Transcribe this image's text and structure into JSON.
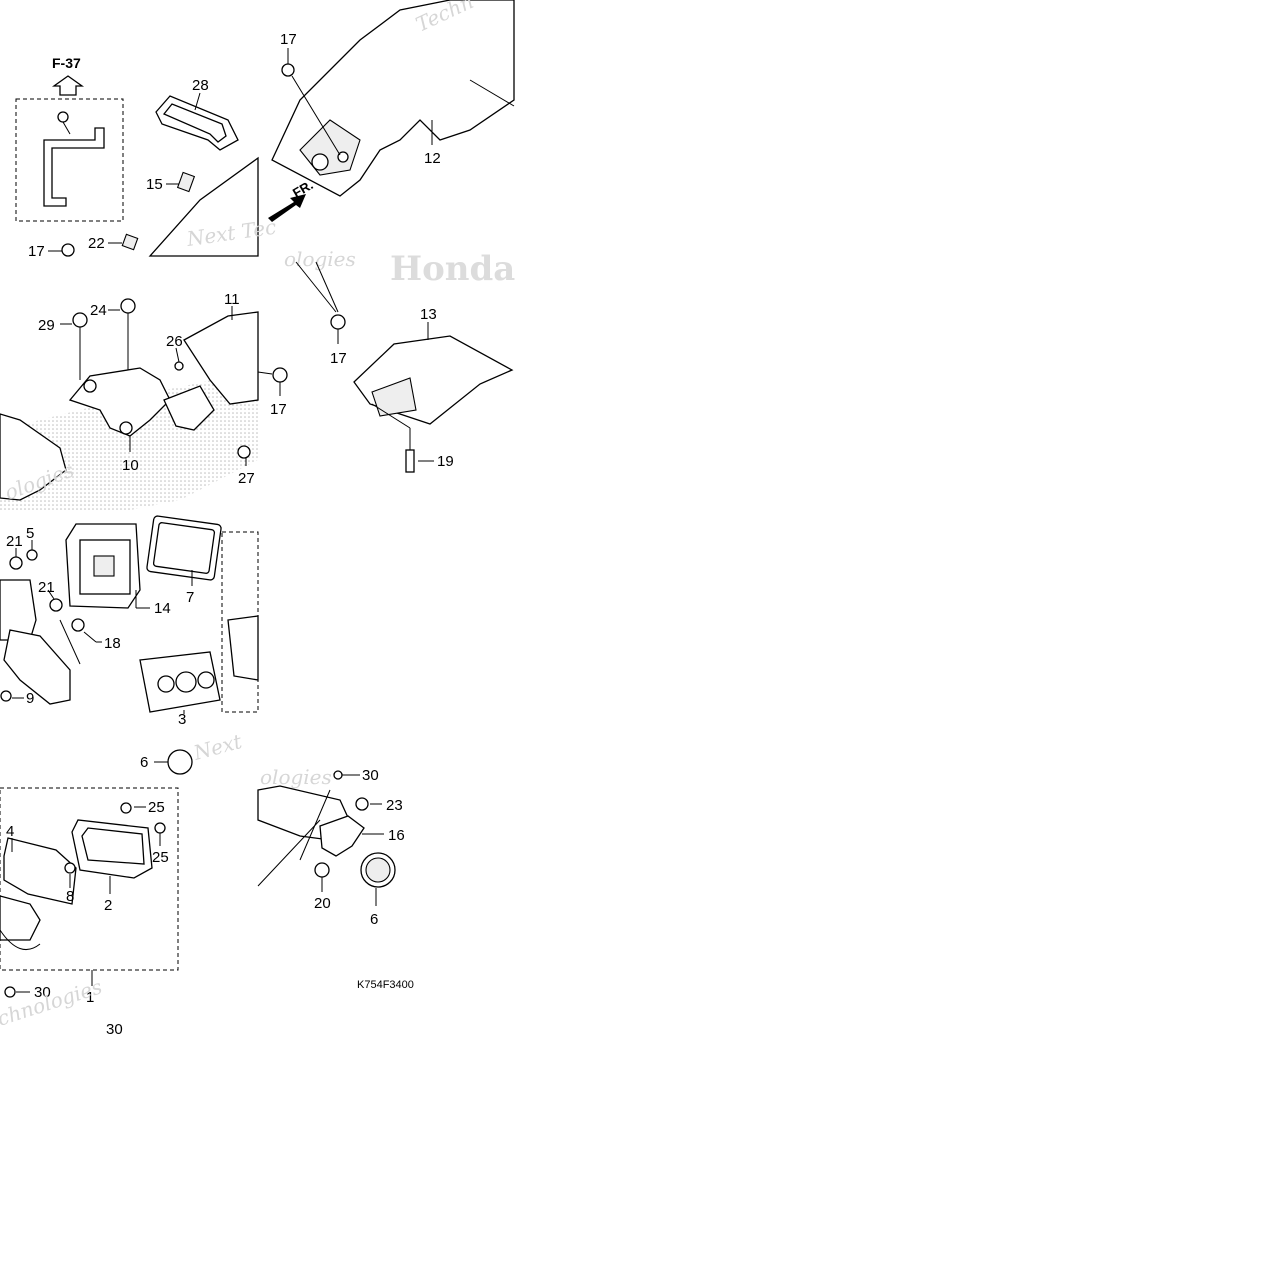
{
  "ref_label": "F-37",
  "direction_label": "FR.",
  "diagram_code": "K754F3400",
  "watermarks": [
    "Next Tec",
    "Techn",
    "Honda",
    "ologies",
    "Next",
    "chnologies"
  ],
  "callouts": {
    "c17a": "17",
    "c28": "28",
    "c15": "15",
    "c12": "12",
    "c22": "22",
    "c17b": "17",
    "c29": "29",
    "c24": "24",
    "c11": "11",
    "c26": "26",
    "c17c": "17",
    "c10": "10",
    "c27": "27",
    "c13": "13",
    "c17d": "17",
    "c19": "19",
    "c21a": "21",
    "c5": "5",
    "c21b": "21",
    "c14": "14",
    "c7": "7",
    "c18": "18",
    "c9": "9",
    "c3": "3",
    "c6a": "6",
    "c4": "4",
    "c25a": "25",
    "c25b": "25",
    "c8": "8",
    "c2": "2",
    "c30a": "30",
    "c1": "1",
    "c30b": "30",
    "c30c": "30",
    "c23": "23",
    "c16": "16",
    "c20": "20",
    "c6b": "6"
  }
}
